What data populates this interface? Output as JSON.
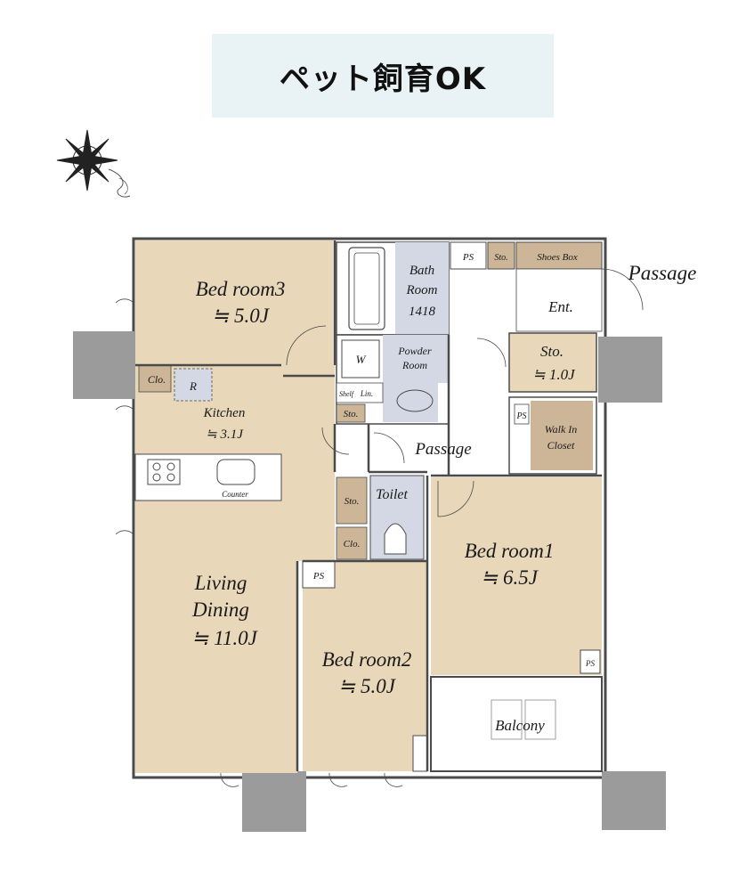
{
  "banner": {
    "text": "ペット飼育OK"
  },
  "compass": {
    "icon": "compass-rose-icon"
  },
  "rooms": {
    "bedroom3": {
      "name": "Bed room3",
      "size": "≒ 5.0J"
    },
    "bath": {
      "line1": "Bath",
      "line2": "Room",
      "line3": "1418"
    },
    "powder": {
      "line1": "Powder",
      "line2": "Room",
      "washer": "W",
      "shelf": "Shelf",
      "lin": "Lin."
    },
    "kitchen": {
      "name": "Kitchen",
      "size": "≒ 3.1J",
      "fridge": "R",
      "counter": "Counter"
    },
    "living": {
      "line1": "Living",
      "line2": "Dining",
      "size": "≒ 11.0J"
    },
    "bedroom1": {
      "name": "Bed room1",
      "size": "≒ 6.5J"
    },
    "bedroom2": {
      "name": "Bed room2",
      "size": "≒ 5.0J"
    },
    "sto_small": {
      "name": "Sto.",
      "size": "≒ 1.0J"
    },
    "walkin": {
      "line1": "Walk In",
      "line2": "Closet"
    },
    "balcony": {
      "name": "Balcony"
    },
    "toilet": {
      "name": "Toilet"
    },
    "entrance": {
      "name": "Ent."
    },
    "shoes": {
      "name": "Shoes Box"
    }
  },
  "labels": {
    "passage_outer": "Passage",
    "passage_inner": "Passage",
    "ps": "PS",
    "sto": "Sto.",
    "clo": "Clo."
  },
  "colors": {
    "room": "#e8d7b9",
    "wet": "#d4d8e4",
    "storage": "#cdb698",
    "column": "#9b9b9b",
    "wall": "#4a4a4a"
  }
}
